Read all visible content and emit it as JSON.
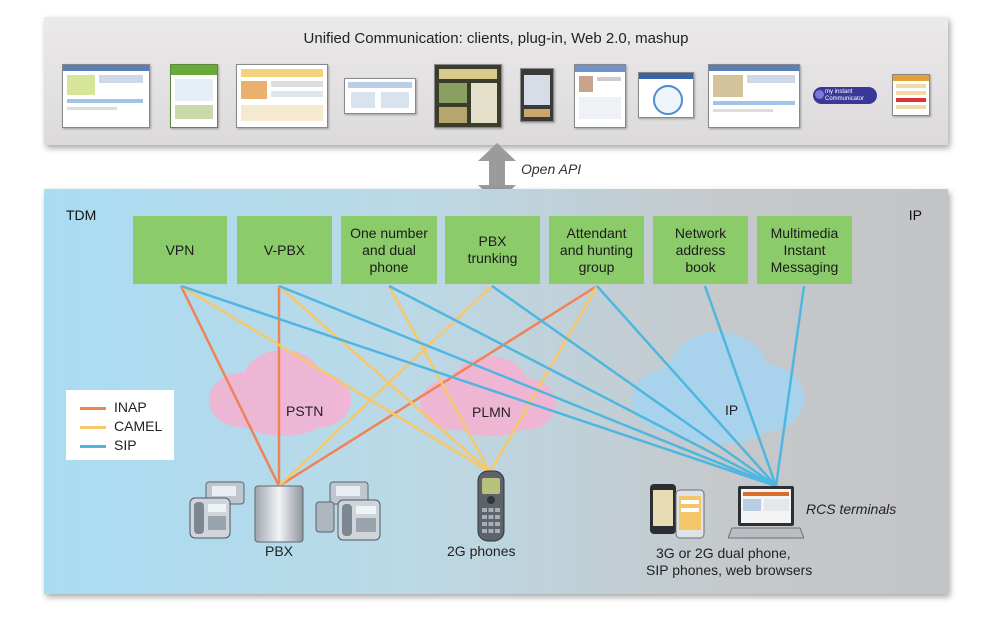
{
  "top_panel": {
    "title": "Unified Communication: clients, plug-in, Web 2.0, mashup",
    "logo_text": "my instant Communicator"
  },
  "api_label": "Open API",
  "main_panel": {
    "tdm_label": "TDM",
    "ip_label": "IP"
  },
  "services": [
    {
      "label": "VPN"
    },
    {
      "label": "V-PBX"
    },
    {
      "label": "One number\nand dual\nphone"
    },
    {
      "label": "PBX\ntrunking"
    },
    {
      "label": "Attendant\nand hunting\ngroup"
    },
    {
      "label": "Network\naddress\nbook"
    },
    {
      "label": "Multimedia\nInstant\nMessaging"
    }
  ],
  "clouds": {
    "pstn": "PSTN",
    "plmn": "PLMN",
    "ip": "IP"
  },
  "legend": [
    {
      "label": "INAP",
      "color": "#f08356"
    },
    {
      "label": "CAMEL",
      "color": "#f7c86a"
    },
    {
      "label": "SIP",
      "color": "#4fb6e0"
    }
  ],
  "devices": {
    "pbx": "PBX",
    "phones_2g": "2G phones",
    "rcs_terminals": "RCS terminals",
    "ip_devices_line1": "3G or 2G dual phone,",
    "ip_devices_line2": "SIP phones, web browsers"
  },
  "colors": {
    "service_box": "#8ccb6a",
    "pstn_cloud": "#f5b3d3",
    "plmn_cloud": "#f5b3d3",
    "ip_cloud": "#a8d4ee"
  }
}
